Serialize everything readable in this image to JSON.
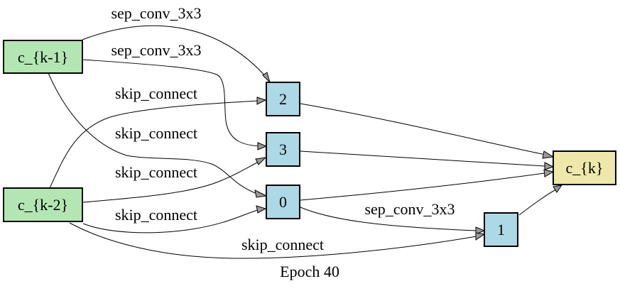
{
  "caption": "Epoch 40",
  "colors": {
    "input_node": "#b3e6b3",
    "intermediate_node": "#add8e6",
    "output_node": "#eee8aa",
    "arrowhead": "#999999"
  },
  "nodes": {
    "ck1": {
      "label": "c_{k-1}"
    },
    "ck2": {
      "label": "c_{k-2}"
    },
    "n2": {
      "label": "2"
    },
    "n3": {
      "label": "3"
    },
    "n0": {
      "label": "0"
    },
    "n1": {
      "label": "1"
    },
    "ck": {
      "label": "c_{k}"
    }
  },
  "edges": [
    {
      "from": "c_{k-1}",
      "to": "2",
      "op": "sep_conv_3x3"
    },
    {
      "from": "c_{k-1}",
      "to": "3",
      "op": "sep_conv_3x3"
    },
    {
      "from": "c_{k-2}",
      "to": "2",
      "op": "skip_connect"
    },
    {
      "from": "c_{k-1}",
      "to": "0",
      "op": "skip_connect"
    },
    {
      "from": "c_{k-2}",
      "to": "3",
      "op": "skip_connect"
    },
    {
      "from": "c_{k-2}",
      "to": "0",
      "op": "skip_connect"
    },
    {
      "from": "0",
      "to": "1",
      "op": "sep_conv_3x3"
    },
    {
      "from": "c_{k-2}",
      "to": "1",
      "op": "skip_connect"
    },
    {
      "from": "2",
      "to": "c_{k}",
      "op": ""
    },
    {
      "from": "3",
      "to": "c_{k}",
      "op": ""
    },
    {
      "from": "0",
      "to": "c_{k}",
      "op": ""
    },
    {
      "from": "1",
      "to": "c_{k}",
      "op": ""
    }
  ]
}
